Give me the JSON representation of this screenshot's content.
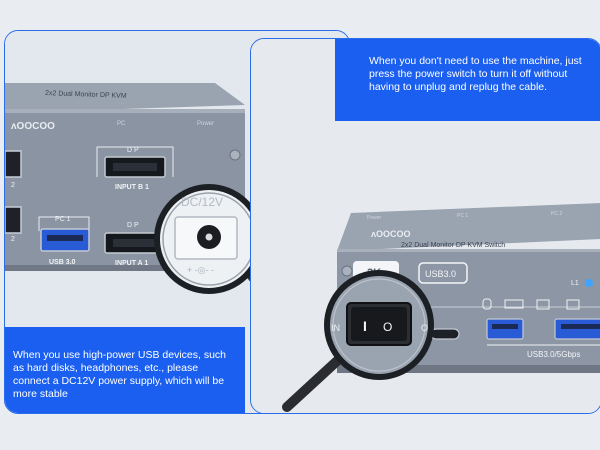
{
  "left_panel": {
    "device": {
      "brand": "ᴧOOCOO",
      "model_strip": "2x2 Dual Monitor DP KVM",
      "top_label_pc": "PC",
      "top_label_power": "Power",
      "port_dp_top": "D P",
      "port_input_b1": "INPUT B 1",
      "port_pc1": "PC 1",
      "port_dp_bottom": "D P",
      "port_usb30": "USB 3.0",
      "port_input_a1": "INPUT A 1",
      "edge_labels": [
        "2",
        "2"
      ]
    },
    "magnifier": {
      "label": "DC/12V",
      "polarity": "+ -◎- -"
    },
    "caption": "When you use high-power USB devices, such as hard disks, headphones, etc., please connect a DC12V power supply, which will be more stable"
  },
  "right_panel": {
    "caption": "When you don't need to use the machine, just press the power switch to turn it off without having to unplug and replug the cable.",
    "device": {
      "brand": "ᴧOOCOO",
      "model_strip": "2x2 Dual Monitor DP KVM Switch",
      "badge_partial": "2K",
      "badge_usb": "USB3.0",
      "top_labels": [
        "Power",
        "PC 1",
        "PC 2"
      ],
      "led_label": "L1",
      "usb_footer": "USB3.0/5Gbps",
      "switch_in": "IN",
      "switch_off": "O",
      "switch_on_mark": "I",
      "switch_off_mark": "O"
    }
  },
  "colors": {
    "accent_blue": "#1a5ff0",
    "device_grey": "#8f98a6",
    "device_dark": "#7b8491"
  }
}
